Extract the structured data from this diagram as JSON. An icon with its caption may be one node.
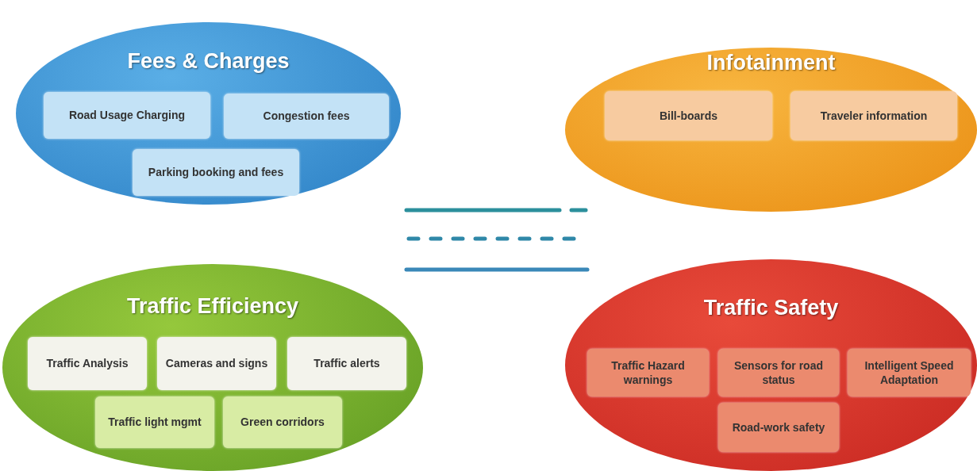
{
  "diagram": {
    "nodes": [
      {
        "text": [
          "Fees & Charges"
        ]
      },
      {
        "text": [
          "Road Usage Charging"
        ],
        "in": 0
      },
      {
        "text": [
          "Congestion fees"
        ],
        "in": 0
      },
      {
        "text": [
          "Parking booking and fees"
        ],
        "in": 0
      },
      {
        "text": [
          "Infotainment"
        ]
      },
      {
        "text": [
          "Bill-boards"
        ],
        "in": 4
      },
      {
        "text": [
          "Traveler information"
        ],
        "in": 4
      },
      {
        "text": [
          "Traffic Efficiency"
        ]
      },
      {
        "text": [
          "Traffic Analysis"
        ],
        "in": 7
      },
      {
        "text": [
          "Cameras and signs"
        ],
        "in": 7
      },
      {
        "text": [
          "Traffic alerts"
        ],
        "in": 7
      },
      {
        "text": [
          "Traffic light mgmt"
        ],
        "in": 7
      },
      {
        "text": [
          "Green corridors"
        ],
        "in": 7
      },
      {
        "text": [
          "Traffic Safety"
        ]
      },
      {
        "text": [
          "Traffic Hazard warnings"
        ],
        "in": 13
      },
      {
        "text": [
          "Sensors for road status"
        ],
        "in": 13
      },
      {
        "text": [
          "Intelligent Speed Adaptation"
        ],
        "in": 13
      },
      {
        "text": [
          "Road-work safety"
        ],
        "in": 13
      }
    ]
  }
}
